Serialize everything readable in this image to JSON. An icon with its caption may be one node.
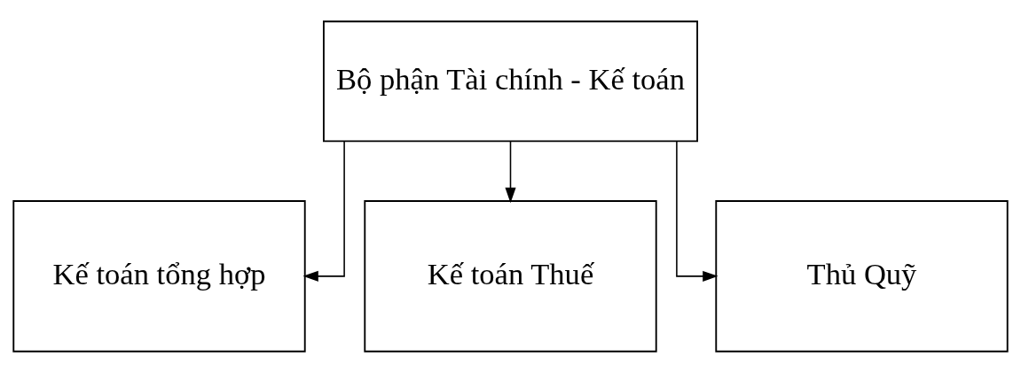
{
  "diagram": {
    "nodes": [
      {
        "text": [
          "Bộ phận Tài chính - Kế toán"
        ]
      },
      {
        "text": [
          "Kế toán tổng hợp"
        ]
      },
      {
        "text": [
          "Kế toán Thuế"
        ]
      },
      {
        "text": [
          "Thủ Quỹ"
        ]
      }
    ],
    "edges": [
      {
        "from": 0,
        "to": 1,
        "arrow": "to"
      },
      {
        "from": 0,
        "to": 2,
        "arrow": "to"
      },
      {
        "from": 0,
        "to": 3,
        "arrow": "to"
      }
    ]
  }
}
